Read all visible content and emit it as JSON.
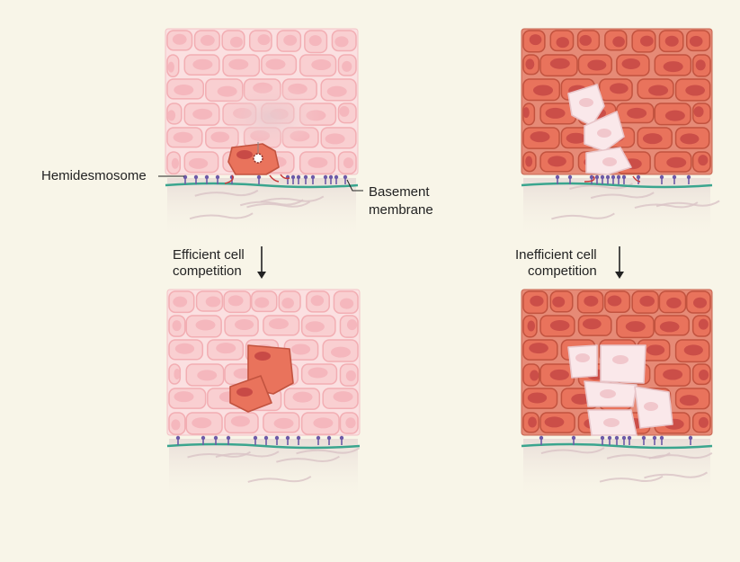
{
  "labels": {
    "hemidesmosome": "Hemidesmosome",
    "basement_line1": "Basement",
    "basement_line2": "membrane",
    "efficient_line1": "Efficient cell",
    "efficient_line2": "competition",
    "inefficient_line1": "Inefficient cell",
    "inefficient_line2": "competition"
  },
  "colors": {
    "background": "#f8f5e8",
    "pale_cell": "#f9cfd1",
    "pale_cell_stroke": "#f2aeb3",
    "pale_nucleus": "#f4b4ba",
    "mutant_cell": "#e9735c",
    "mutant_stroke": "#c2533f",
    "mutant_nucleus": "#c84a46",
    "white_cell": "#fae8ea",
    "membrane": "#3aa58e",
    "hemidesmosome": "#6d5aa8",
    "stroma": "#ebe1dc",
    "arrow": "#c83a3a"
  }
}
